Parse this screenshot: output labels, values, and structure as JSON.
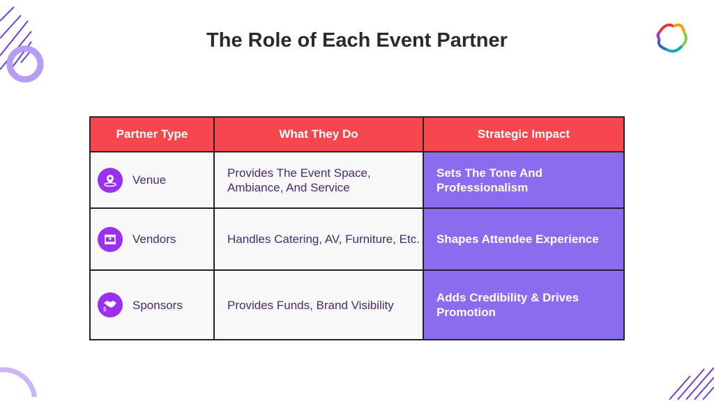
{
  "title": "The Role of Each Event Partner",
  "headers": [
    "Partner Type",
    "What They Do",
    "Strategic Impact"
  ],
  "rows": [
    {
      "type": "Venue",
      "icon": "map-pin-icon",
      "does": "Provides The Event Space, Ambiance, And Service",
      "impact": "Sets The Tone And Professionalism"
    },
    {
      "type": "Vendors",
      "icon": "booth-icon",
      "does": "Handles Catering, AV, Furniture, Etc.",
      "impact": "Shapes Attendee Experience"
    },
    {
      "type": "Sponsors",
      "icon": "handshake-icon",
      "does": "Provides Funds, Brand Visibility",
      "impact": "Adds Credibility & Drives Promotion"
    }
  ],
  "colors": {
    "header": "#f5474d",
    "impact": "#8b6cee",
    "icon": "#9b30f0"
  }
}
